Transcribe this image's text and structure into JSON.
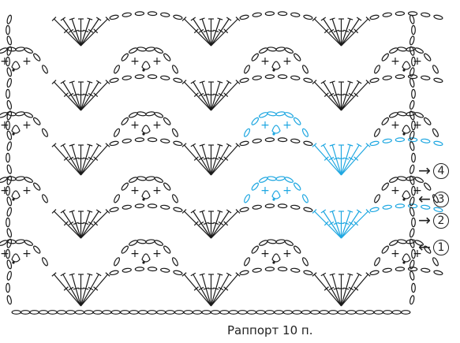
{
  "diagram": {
    "stitch_color": "#1a1a1a",
    "highlight_color": "#1ea7e1",
    "row_labels": [
      {
        "arrow": "→",
        "number": "4"
      },
      {
        "arrow": "←",
        "number": "3"
      },
      {
        "arrow": "→",
        "number": "2"
      },
      {
        "arrow": "←",
        "number": "1"
      }
    ],
    "repeat_label": "Раппорт 10 п."
  }
}
